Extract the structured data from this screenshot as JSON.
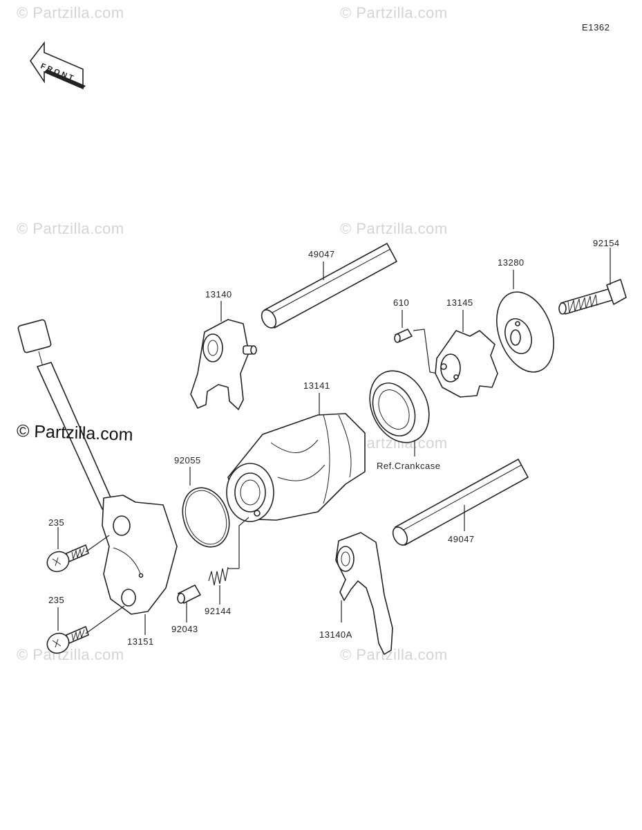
{
  "diagram_code": "E1362",
  "front_label": "FRONT",
  "watermark": "© Partzilla.com",
  "parts": {
    "p49047_upper": "49047",
    "p13140": "13140",
    "p610": "610",
    "p13145": "13145",
    "p13280": "13280",
    "p92154": "92154",
    "p13141": "13141",
    "ref_crankcase": "Ref.Crankcase",
    "p92055": "92055",
    "p235_upper": "235",
    "p235_lower": "235",
    "p49047_lower": "49047",
    "p92144": "92144",
    "p92043": "92043",
    "p13151": "13151",
    "p13140A": "13140A"
  }
}
